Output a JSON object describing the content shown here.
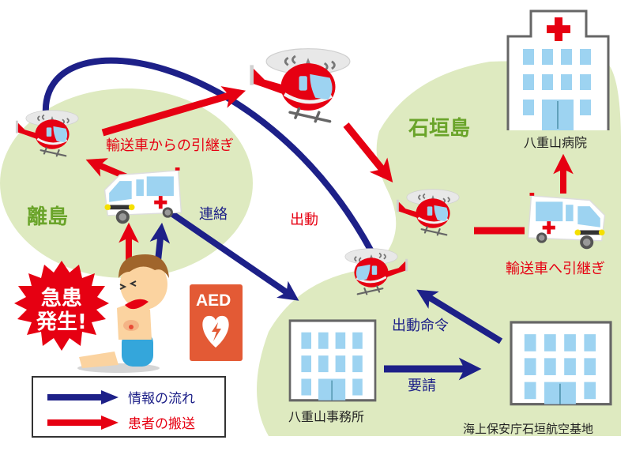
{
  "islands": {
    "remote": "離島",
    "ishigaki": "石垣島"
  },
  "labels": {
    "handover_from_vehicle": "輸送車からの引継ぎ",
    "contact": "連絡",
    "dispatch": "出動",
    "handover_to_vehicle": "輸送車へ引継ぎ",
    "dispatch_order": "出動命令",
    "request": "要請"
  },
  "facilities": {
    "hospital": "八重山病院",
    "office": "八重山事務所",
    "coast_guard_base": "海上保安庁石垣航空基地"
  },
  "emergency_burst": {
    "line1": "急患",
    "line2": "発生!"
  },
  "aed": {
    "text": "AED"
  },
  "legend": {
    "items": [
      {
        "label": "情報の流れ",
        "color": "#1d2088"
      },
      {
        "label": "患者の搬送",
        "color": "#e60012"
      }
    ]
  },
  "colors": {
    "info_flow": "#1d2088",
    "patient_transport": "#e60012",
    "island_fill": "#deeac0",
    "aed_bg": "#e35a35",
    "window_blue": "#9dd3f1"
  }
}
